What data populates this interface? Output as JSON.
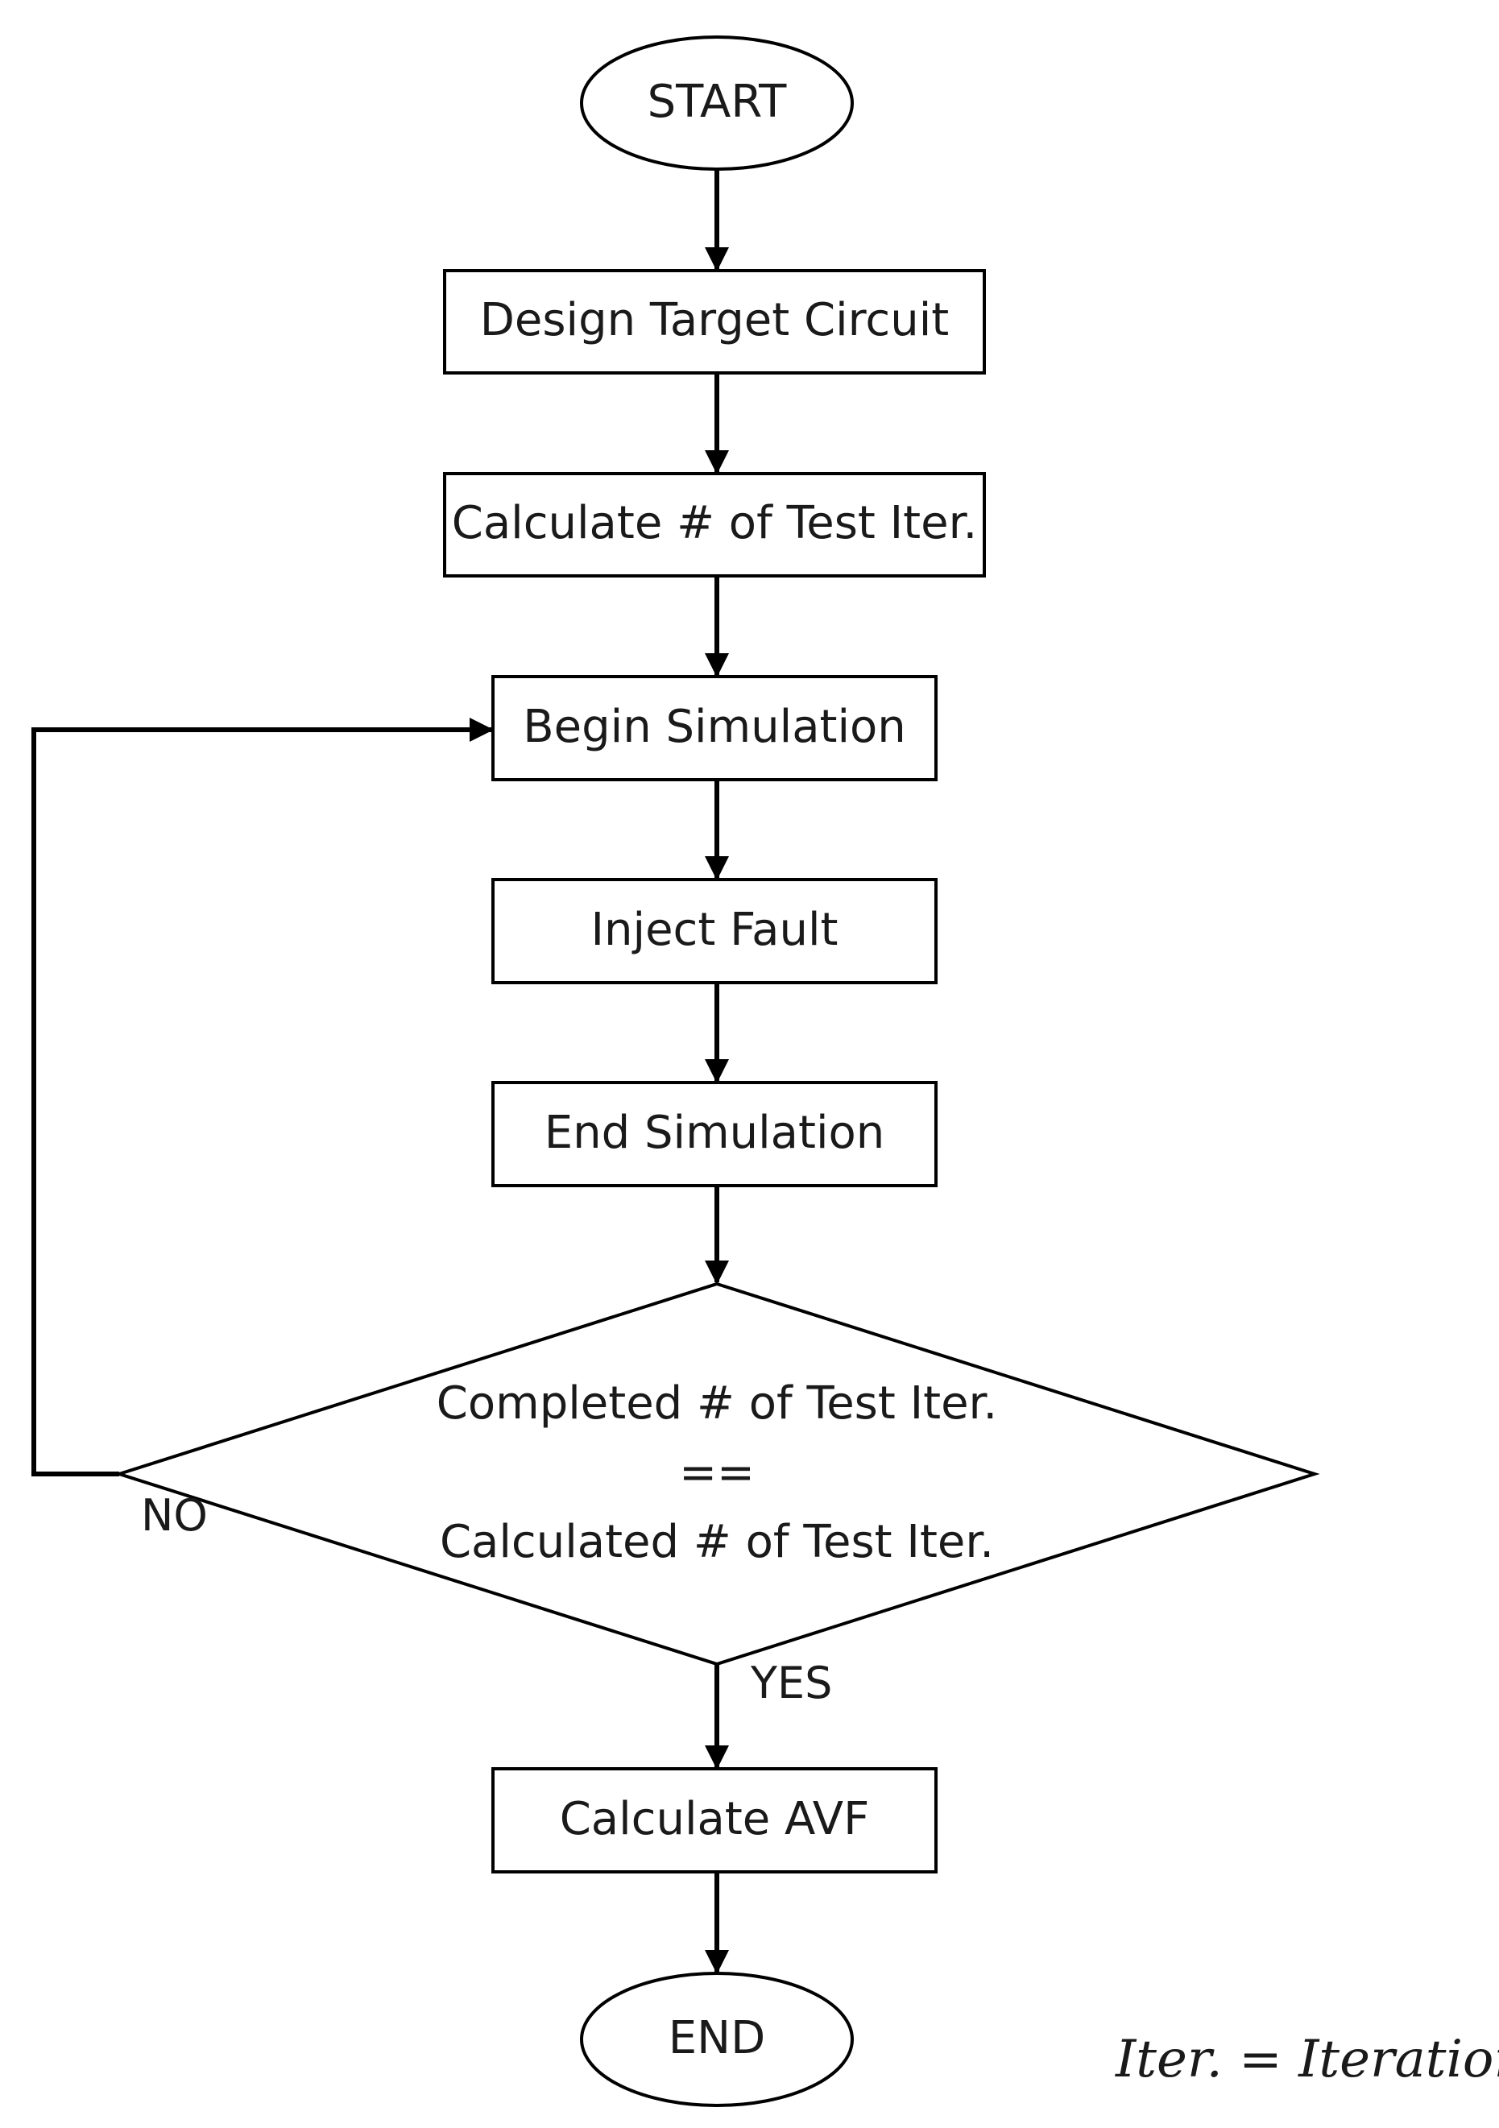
{
  "nodes": {
    "start": "START",
    "design": "Design Target Circuit",
    "calculate_iter": "Calculate # of Test Iter.",
    "begin_sim": "Begin Simulation",
    "inject": "Inject Fault",
    "end_sim": "End Simulation",
    "decision": {
      "line1": "Completed # of Test Iter.",
      "line2": "==",
      "line3": "Calculated # of Test Iter."
    },
    "calculate_avf": "Calculate AVF",
    "end": "END"
  },
  "edge_labels": {
    "no": "NO",
    "yes": "YES"
  },
  "note": "Iter. = Iteration"
}
